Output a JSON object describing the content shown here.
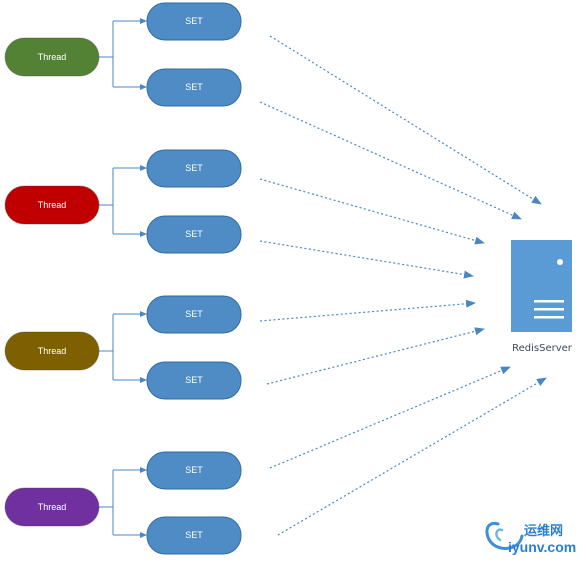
{
  "threads": [
    {
      "label": "Thread",
      "color": "#548235",
      "sets": [
        {
          "label": "SET"
        },
        {
          "label": "SET"
        }
      ]
    },
    {
      "label": "Thread",
      "color": "#c00000",
      "sets": [
        {
          "label": "SET"
        },
        {
          "label": "SET"
        }
      ]
    },
    {
      "label": "Thread",
      "color": "#7f6000",
      "sets": [
        {
          "label": "SET"
        },
        {
          "label": "SET"
        }
      ]
    },
    {
      "label": "Thread",
      "color": "#7030a0",
      "sets": [
        {
          "label": "SET"
        },
        {
          "label": "SET"
        }
      ]
    }
  ],
  "set_color": "#4f8cc5",
  "arrow_color": "#4a86c4",
  "server": {
    "label": "RedisServer",
    "color": "#5b9bd5",
    "icon": "server-icon"
  },
  "watermark": {
    "cn": "运维网",
    "en": "iyunv.com",
    "icon": "swirl-logo-icon"
  }
}
